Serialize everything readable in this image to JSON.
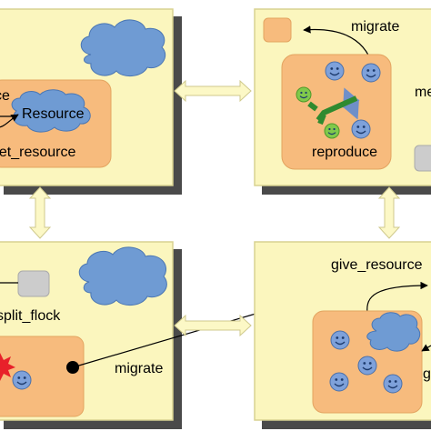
{
  "labels": {
    "resource": "Resource",
    "get_resource": "get_resource",
    "migrate_top": "migrate",
    "reproduce": "reproduce",
    "me_partial": "me",
    "split_flock": "split_flock",
    "migrate_bottom": "migrate",
    "give_resource": "give_resource",
    "g_partial": "g"
  },
  "colors": {
    "panel": "#fbf6be",
    "panel_border": "#d8d291",
    "shadow": "#4a4a4a",
    "orange_zone": "#f7bb7d",
    "cloud": "#6f9bd3",
    "agent": "#7ea1da",
    "agent_happy": "#80c94b",
    "gray_box": "#cccccc",
    "link_arrow": "#fcf8c6",
    "link_arrow_border": "#cfc98c",
    "reproduce_arrow": "#2f8a2f",
    "burst": "#e8202a"
  }
}
